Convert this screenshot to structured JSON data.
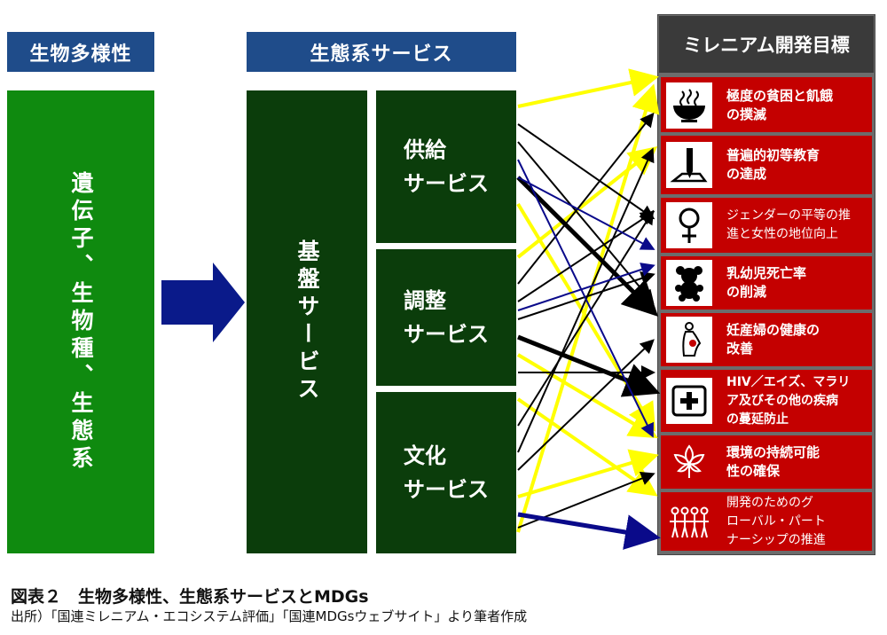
{
  "headers": {
    "biodiversity": "生物多様性",
    "ecosystem_services": "生態系サービス",
    "mdgs": "ミレニアム開発目標"
  },
  "biodiversity_box": "遺伝子、生物種、生態系",
  "base_service": "基盤サービス",
  "services": [
    {
      "line1": "供給",
      "line2": "サービス"
    },
    {
      "line1": "調整",
      "line2": "サービス"
    },
    {
      "line1": "文化",
      "line2": "サービス"
    }
  ],
  "goals": [
    {
      "icon": "bowl-icon",
      "line1": "極度の貧困と飢餓",
      "line2": "の撲滅",
      "line3": ""
    },
    {
      "icon": "pencil-icon",
      "line1": "普遍的初等教育",
      "line2": "の達成",
      "line3": ""
    },
    {
      "icon": "female-symbol-icon",
      "line1": "ジェンダーの平等の推",
      "line2": "進と女性の地位向上",
      "line3": ""
    },
    {
      "icon": "teddy-bear-icon",
      "line1": "乳幼児死亡率",
      "line2": "の削減",
      "line3": ""
    },
    {
      "icon": "pregnant-woman-icon",
      "line1": "妊産婦の健康の",
      "line2": "改善",
      "line3": ""
    },
    {
      "icon": "medical-cross-icon",
      "line1": "HIV／エイズ、マラリ",
      "line2": "ア及びその他の疾病",
      "line3": "の蔓延防止"
    },
    {
      "icon": "leaf-icon",
      "line1": "環境の持続可能",
      "line2": "性の確保",
      "line3": ""
    },
    {
      "icon": "people-holding-hands-icon",
      "line1": "開発のためのグ",
      "line2": "ローバル・パート",
      "line3": "ナーシップの推進"
    }
  ],
  "caption": "図表２　生物多様性、生態系サービスとMDGs",
  "source": "出所）「国連ミレニアム・エコシステム評価」「国連MDGsウェブサイト」より筆者作成",
  "colors": {
    "header_blue": "#1f4c8a",
    "bio_green": "#0f8a0f",
    "eco_green": "#0b3d0b",
    "mdg_red": "#c40000",
    "arrow_yellow": "#ffff00",
    "arrow_black": "#000000",
    "arrow_navy": "#0a0a8a"
  }
}
